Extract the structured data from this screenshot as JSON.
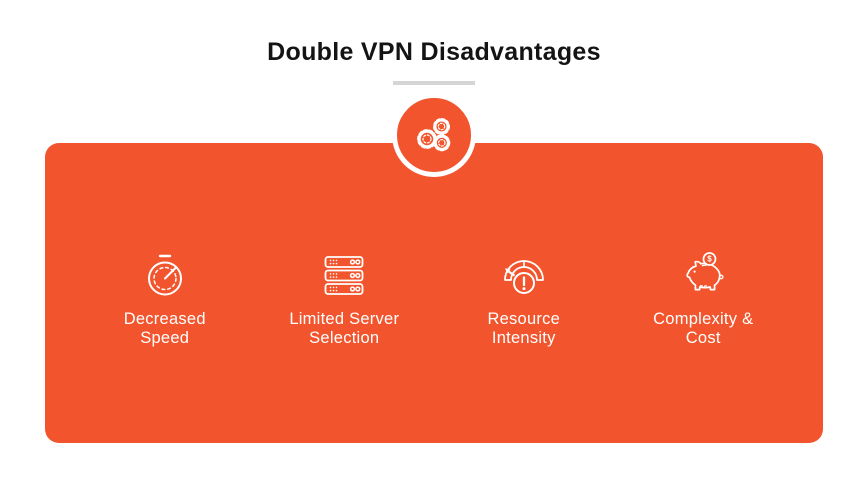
{
  "title": "Double VPN Disadvantages",
  "badge": {
    "icon": "gears-icon"
  },
  "items": [
    {
      "icon": "stopwatch-icon",
      "lines": [
        "Decreased",
        "Speed"
      ]
    },
    {
      "icon": "server-stack-icon",
      "lines": [
        "Limited Server",
        "Selection"
      ]
    },
    {
      "icon": "gauge-warning-icon",
      "lines": [
        "Resource",
        "Intensity"
      ]
    },
    {
      "icon": "piggy-bank-icon",
      "lines": [
        "Complexity &",
        "Cost"
      ]
    }
  ],
  "icons": {
    "coin_symbol": "$"
  },
  "colors": {
    "accent_orange": "#F2552D",
    "divider_gray": "#D5D5D5",
    "title_text": "#141414",
    "item_text": "#FFFFFF",
    "icon_stroke": "#FFFFFF"
  }
}
